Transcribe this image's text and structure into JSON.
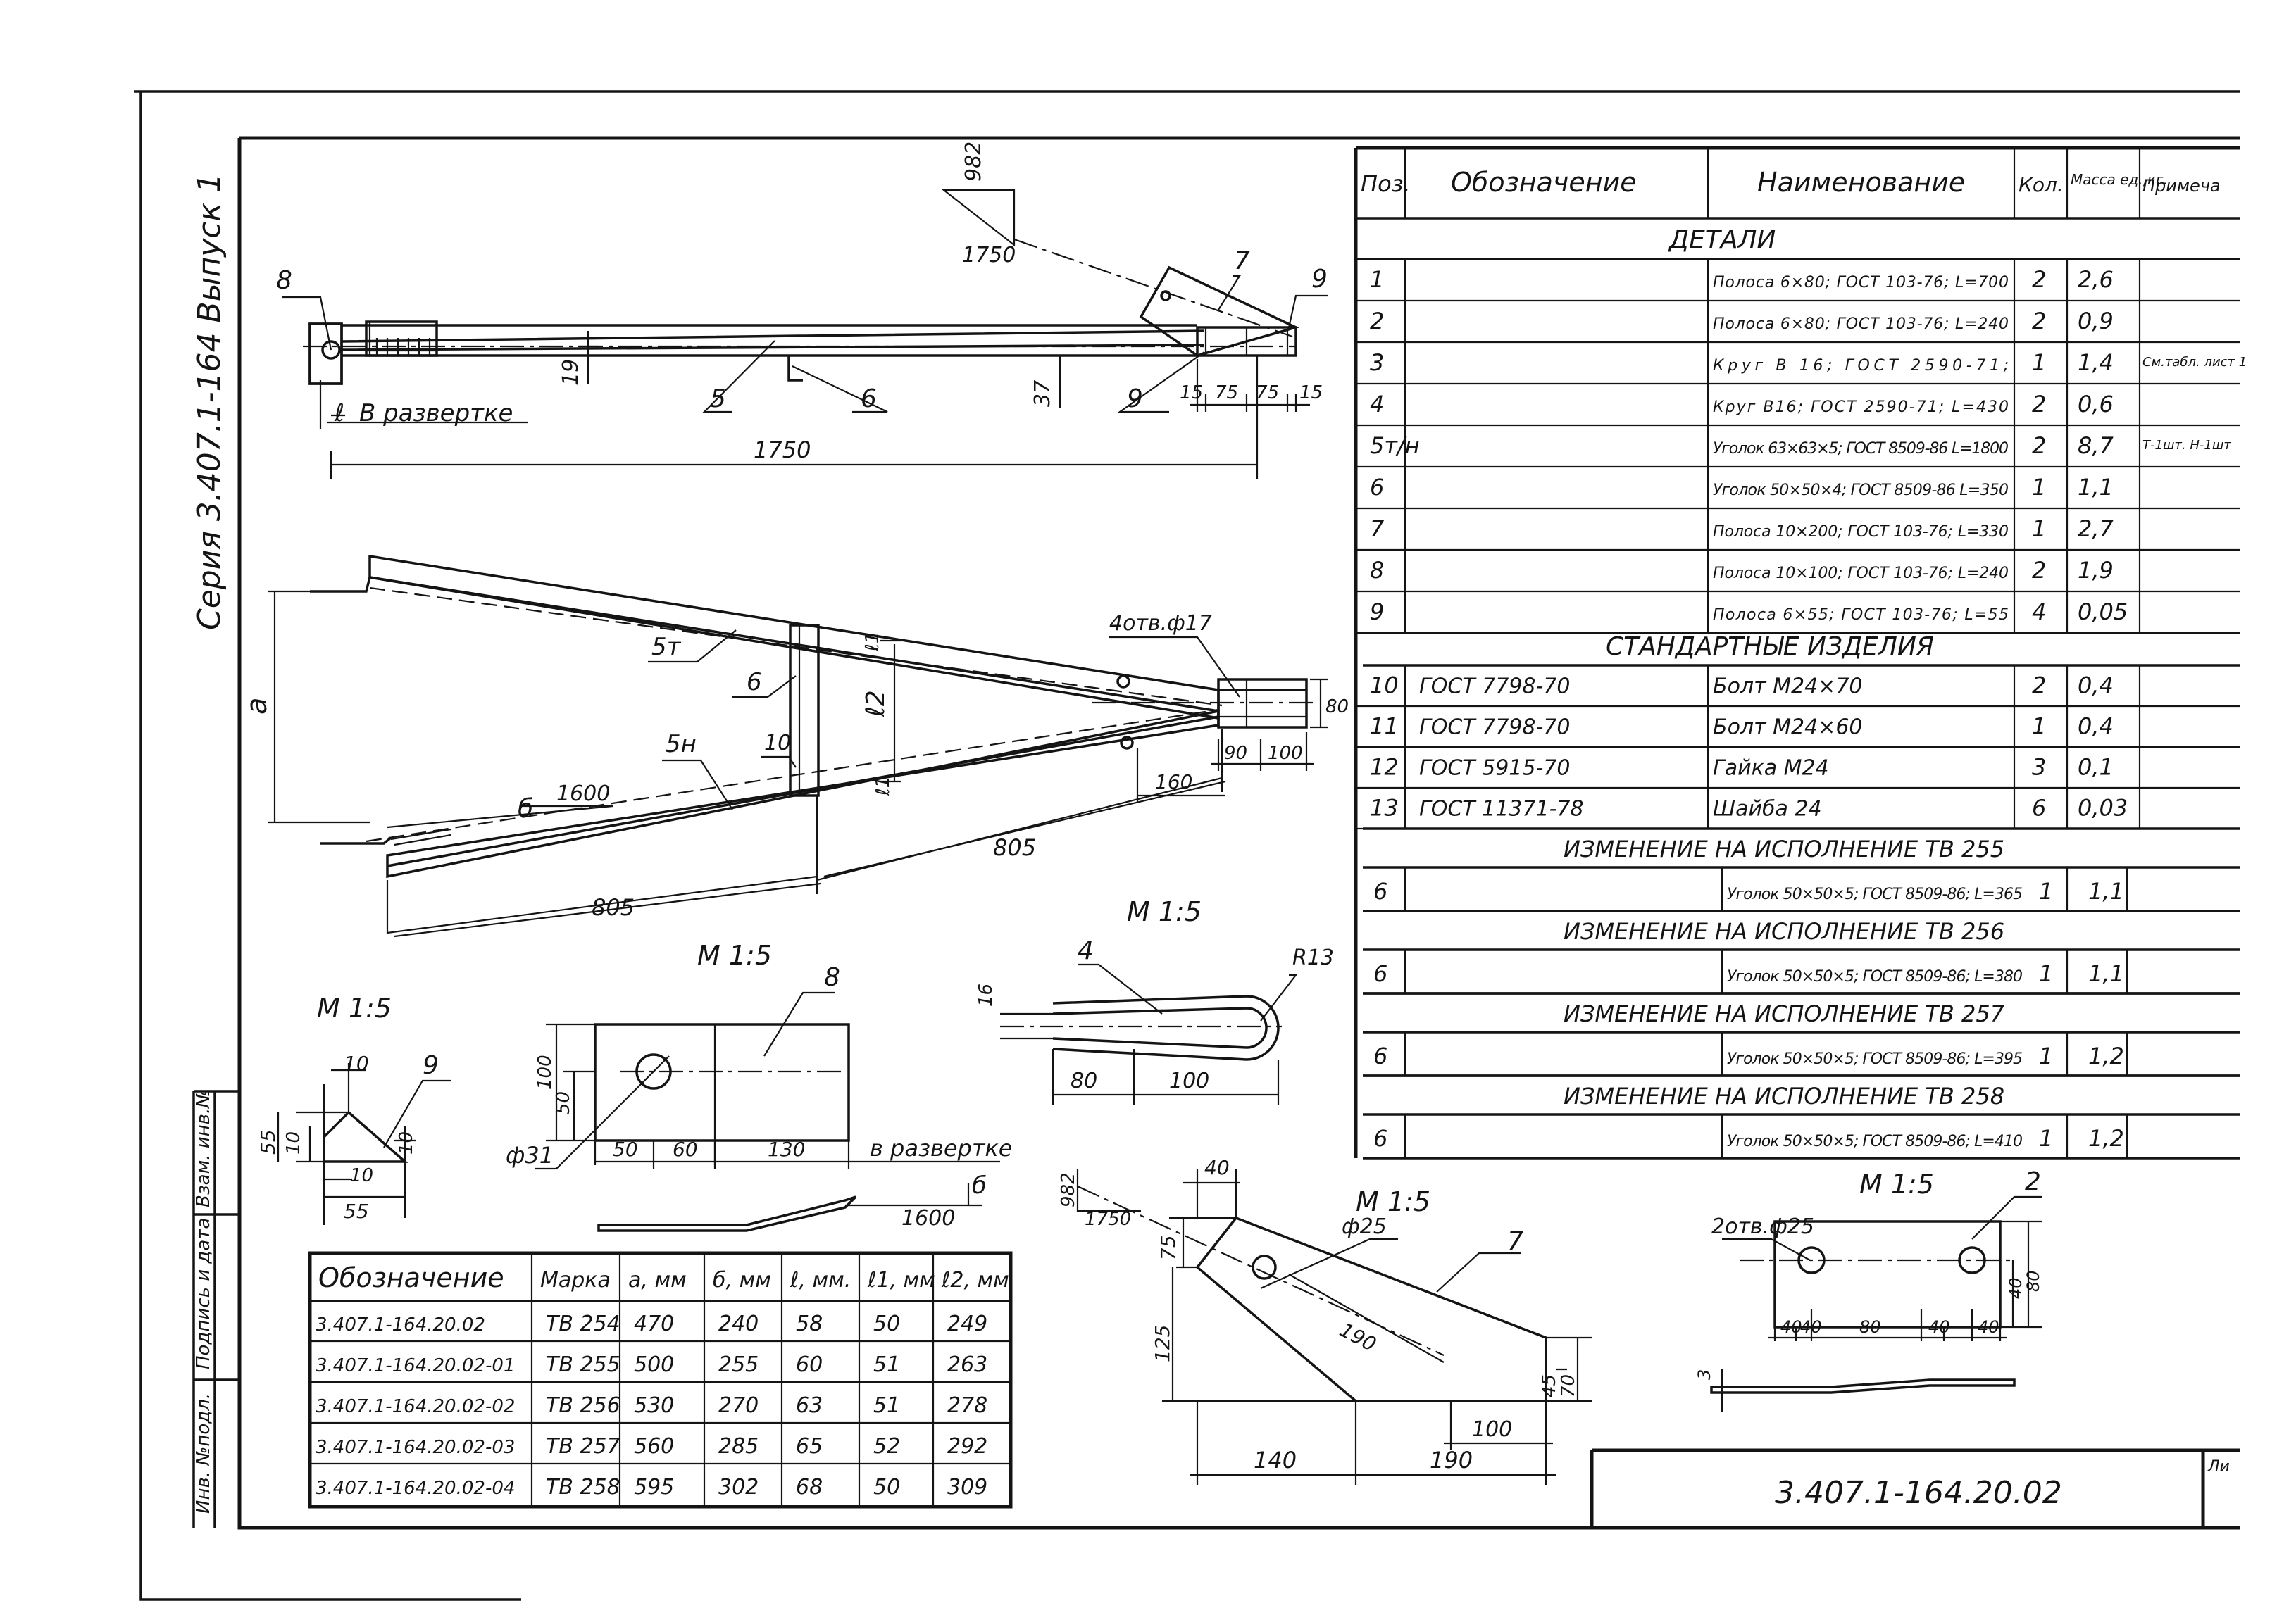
{
  "side": {
    "series": "Серия 3.407.1-164 Выпуск 1",
    "stamp_cols": [
      "Инв. №подл.",
      "Подпись и дата",
      "Взам. инв.№"
    ]
  },
  "spec": {
    "headers": [
      "Поз.",
      "Обозначение",
      "Наименование",
      "Кол.",
      "Масса ед.,кг.",
      "Примеча"
    ],
    "sections": {
      "details": "ДЕТАЛИ",
      "standard": "СТАНДАРТНЫЕ ИЗДЕЛИЯ",
      "ch255": "ИЗМЕНЕНИЕ НА ИСПОЛНЕНИЕ ТВ 255",
      "ch256": "ИЗМЕНЕНИЕ НА ИСПОЛНЕНИЕ ТВ 256",
      "ch257": "ИЗМЕНЕНИЕ НА ИСПОЛНЕНИЕ ТВ 257",
      "ch258": "ИЗМЕНЕНИЕ НА ИСПОЛНЕНИЕ ТВ 258"
    },
    "details": [
      {
        "pos": "1",
        "des": "",
        "name": "Полоса 6×80; ГОСТ 103-76; L=700",
        "qty": "2",
        "mass": "2,6",
        "note": ""
      },
      {
        "pos": "2",
        "des": "",
        "name": "Полоса 6×80; ГОСТ 103-76; L=240",
        "qty": "2",
        "mass": "0,9",
        "note": ""
      },
      {
        "pos": "3",
        "des": "",
        "name": "Круг В 16; ГОСТ 2590-71;",
        "qty": "1",
        "mass": "1,4",
        "note": "См.табл. лист 1"
      },
      {
        "pos": "4",
        "des": "",
        "name": "Круг В16; ГОСТ 2590-71; L=430",
        "qty": "2",
        "mass": "0,6",
        "note": ""
      },
      {
        "pos": "5т/н",
        "des": "",
        "name": "Уголок 63×63×5; ГОСТ 8509-86 L=1800",
        "qty": "2",
        "mass": "8,7",
        "note": "Т-1шт. Н-1шт"
      },
      {
        "pos": "6",
        "des": "",
        "name": "Уголок 50×50×4; ГОСТ 8509-86 L=350",
        "qty": "1",
        "mass": "1,1",
        "note": ""
      },
      {
        "pos": "7",
        "des": "",
        "name": "Полоса 10×200; ГОСТ 103-76; L=330",
        "qty": "1",
        "mass": "2,7",
        "note": ""
      },
      {
        "pos": "8",
        "des": "",
        "name": "Полоса 10×100; ГОСТ 103-76; L=240",
        "qty": "2",
        "mass": "1,9",
        "note": ""
      },
      {
        "pos": "9",
        "des": "",
        "name": "Полоса 6×55; ГОСТ 103-76; L=55",
        "qty": "4",
        "mass": "0,05",
        "note": ""
      }
    ],
    "standard": [
      {
        "pos": "10",
        "des": "ГОСТ 7798-70",
        "name": "Болт М24×70",
        "qty": "2",
        "mass": "0,4",
        "note": ""
      },
      {
        "pos": "11",
        "des": "ГОСТ 7798-70",
        "name": "Болт М24×60",
        "qty": "1",
        "mass": "0,4",
        "note": ""
      },
      {
        "pos": "12",
        "des": "ГОСТ 5915-70",
        "name": "Гайка М24",
        "qty": "3",
        "mass": "0,1",
        "note": ""
      },
      {
        "pos": "13",
        "des": "ГОСТ 11371-78",
        "name": "Шайба 24",
        "qty": "6",
        "mass": "0,03",
        "note": ""
      }
    ],
    "changes": [
      {
        "pos": "6",
        "name": "Уголок 50×50×5; ГОСТ 8509-86; L=365",
        "qty": "1",
        "mass": "1,1"
      },
      {
        "pos": "6",
        "name": "Уголок 50×50×5; ГОСТ 8509-86; L=380",
        "qty": "1",
        "mass": "1,1"
      },
      {
        "pos": "6",
        "name": "Уголок 50×50×5; ГОСТ 8509-86; L=395",
        "qty": "1",
        "mass": "1,2"
      },
      {
        "pos": "6",
        "name": "Уголок 50×50×5; ГОСТ 8509-86; L=410",
        "qty": "1",
        "mass": "1,2"
      }
    ]
  },
  "variants": {
    "headers": [
      "Обозначение",
      "Марка",
      "a, мм",
      "б, мм",
      "ℓ, мм.",
      "ℓ1, мм",
      "ℓ2, мм"
    ],
    "rows": [
      [
        "3.407.1-164.20.02",
        "ТВ 254",
        "470",
        "240",
        "58",
        "50",
        "249"
      ],
      [
        "3.407.1-164.20.02-01",
        "ТВ 255",
        "500",
        "255",
        "60",
        "51",
        "263"
      ],
      [
        "3.407.1-164.20.02-02",
        "ТВ 256",
        "530",
        "270",
        "63",
        "51",
        "278"
      ],
      [
        "3.407.1-164.20.02-03",
        "ТВ 257",
        "560",
        "285",
        "65",
        "52",
        "292"
      ],
      [
        "3.407.1-164.20.02-04",
        "ТВ 258",
        "595",
        "302",
        "68",
        "50",
        "309"
      ]
    ]
  },
  "title_block": {
    "code": "3.407.1-164.20.02",
    "sheet_label": "Ли"
  },
  "labels": {
    "scale": "М 1:5",
    "unfolded": "В развертке",
    "unfolded2": "в развертке",
    "holes4": "4отв.ф17",
    "holes2": "2отв.ф25",
    "d31": "ф31",
    "d25": "ф25",
    "r13": "R13",
    "dim_1750": "1750",
    "dim_982": "982",
    "dim_1600": "1600",
    "dim_805": "805",
    "a": "a",
    "b": "б",
    "l": "ℓ",
    "l1": "ℓ1",
    "l2": "ℓ2",
    "pos5t": "5т",
    "pos5n": "5н"
  }
}
